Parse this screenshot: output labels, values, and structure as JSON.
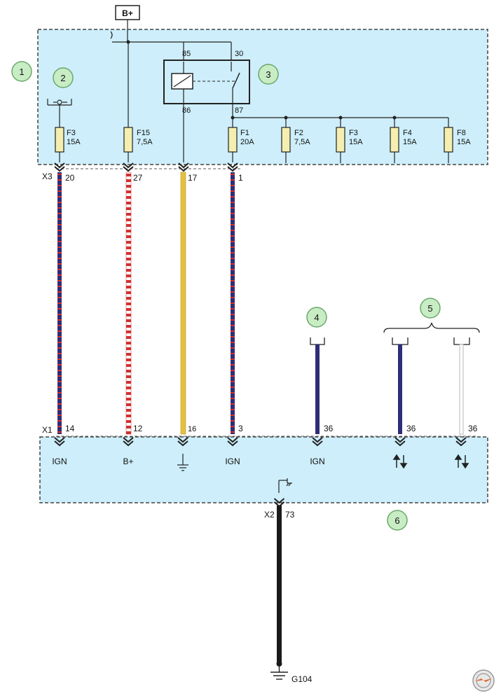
{
  "colors": {
    "module_fill": "#cdeefa",
    "callout_fill": "#c8ecc4",
    "callout_stroke": "#6aa86a",
    "wire_blue": "#2e2e78",
    "wire_red": "#d23030",
    "wire_yellow": "#e4c040",
    "wire_black": "#1a1a1a",
    "wire_grey": "#b8b8b8",
    "fuse_fill": "#f4efb0",
    "line": "#222222"
  },
  "supply": {
    "label": "B+"
  },
  "callouts": [
    "1",
    "2",
    "3",
    "4",
    "5",
    "6"
  ],
  "relay": {
    "pin85": "85",
    "pin30": "30",
    "pin86": "86",
    "pin87": "87"
  },
  "fuses": [
    {
      "id": "F3",
      "rating": "15A"
    },
    {
      "id": "F15",
      "rating": "7,5A"
    },
    {
      "id": "F1",
      "rating": "20A"
    },
    {
      "id": "F2",
      "rating": "7,5A"
    },
    {
      "id": "F3",
      "rating": "15A"
    },
    {
      "id": "F4",
      "rating": "15A"
    },
    {
      "id": "F8",
      "rating": "15A"
    }
  ],
  "connectors": {
    "x3": {
      "name": "X3",
      "pins": [
        "20",
        "27",
        "17",
        "1"
      ]
    },
    "x1": {
      "name": "X1",
      "pins": [
        "14",
        "12",
        "16",
        "3",
        "36",
        "36",
        "36"
      ],
      "labels": [
        "IGN",
        "B+",
        "",
        "IGN",
        "IGN",
        "",
        ""
      ]
    },
    "x2": {
      "name": "X2",
      "pin": "73"
    }
  },
  "ground": {
    "label": "G104"
  }
}
